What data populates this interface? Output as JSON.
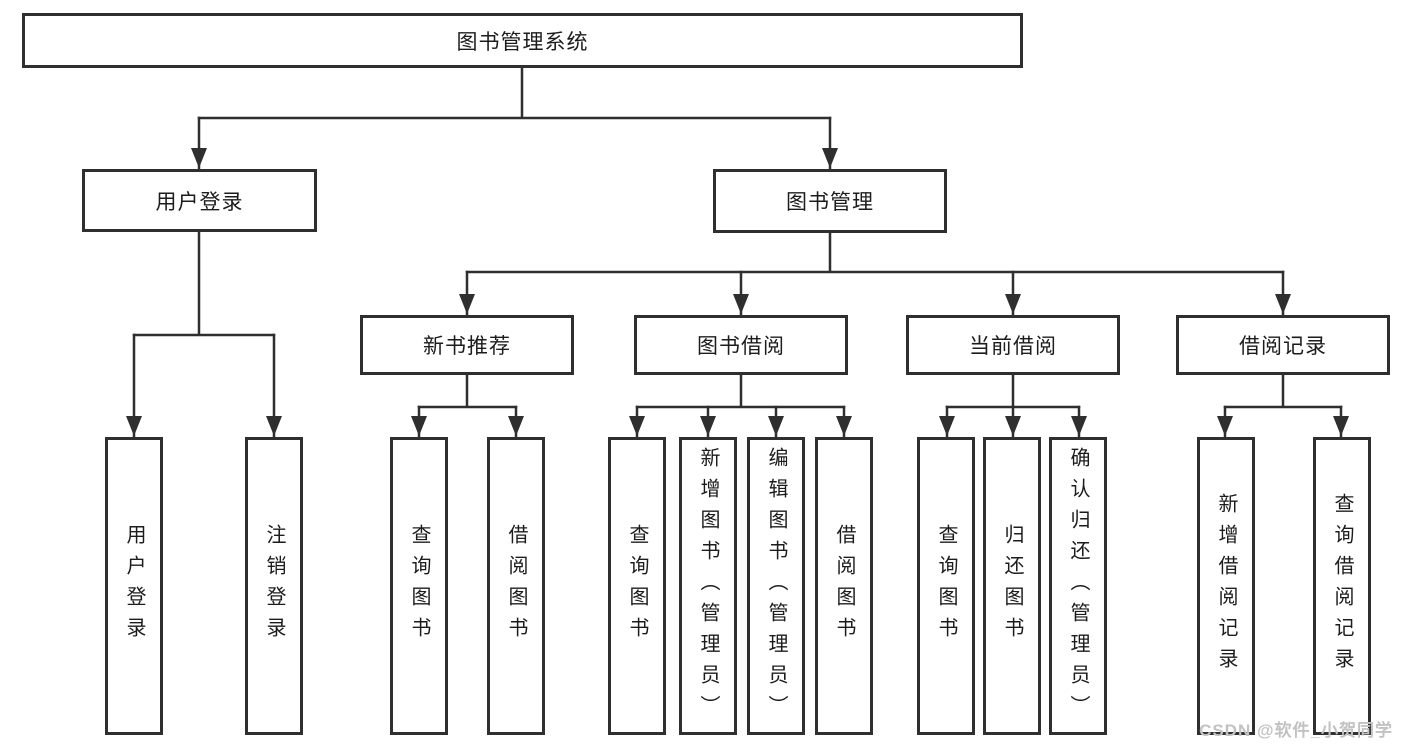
{
  "diagram": {
    "title": {
      "label": "图书管理系统"
    },
    "branches": [
      {
        "label": "用户登录",
        "leaves": [
          {
            "label": "用户登录"
          },
          {
            "label": "注销登录"
          }
        ]
      },
      {
        "label": "图书管理",
        "groups": [
          {
            "label": "新书推荐",
            "leaves": [
              {
                "label": "查询图书"
              },
              {
                "label": "借阅图书"
              }
            ]
          },
          {
            "label": "图书借阅",
            "leaves": [
              {
                "label": "查询图书"
              },
              {
                "label": "新增图书（管理员）"
              },
              {
                "label": "编辑图书（管理员）"
              },
              {
                "label": "借阅图书"
              }
            ]
          },
          {
            "label": "当前借阅",
            "leaves": [
              {
                "label": "查询图书"
              },
              {
                "label": "归还图书"
              },
              {
                "label": "确认归还（管理员）"
              }
            ]
          },
          {
            "label": "借阅记录",
            "leaves": [
              {
                "label": "新增借阅记录"
              },
              {
                "label": "查询借阅记录"
              }
            ]
          }
        ]
      }
    ]
  },
  "watermark": {
    "text": "CSDN @软件_小贺同学"
  },
  "colors": {
    "line": "#2f2f2f",
    "text": "#1c1c1c",
    "background": "#ffffff",
    "watermark": "#c2c2c2"
  }
}
